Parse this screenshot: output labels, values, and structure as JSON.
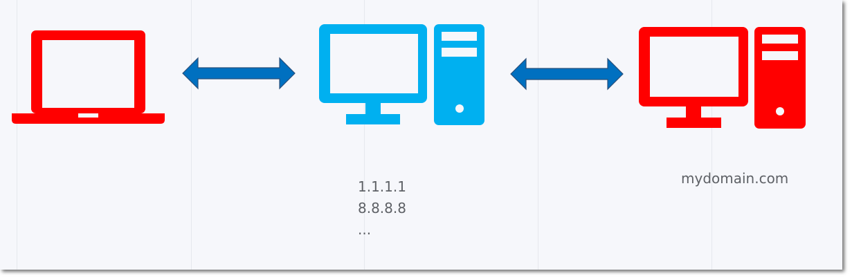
{
  "colors": {
    "client": "#ff0000",
    "resolver": "#00b0f0",
    "server": "#ff0000",
    "arrow_fill": "#0070c0",
    "arrow_stroke": "#2a4f7a",
    "text": "#5e6166",
    "background": "#f6f7fb"
  },
  "nodes": {
    "client": {
      "icon": "laptop-icon"
    },
    "resolver": {
      "icon": "desktop-computer-icon",
      "ip_lines": [
        "1.1.1.1",
        "8.8.8.8",
        "..."
      ]
    },
    "server": {
      "icon": "desktop-computer-icon",
      "label": "mydomain.com"
    }
  },
  "edges": [
    {
      "from": "client",
      "to": "resolver",
      "direction": "bidirectional"
    },
    {
      "from": "resolver",
      "to": "server",
      "direction": "bidirectional"
    }
  ]
}
